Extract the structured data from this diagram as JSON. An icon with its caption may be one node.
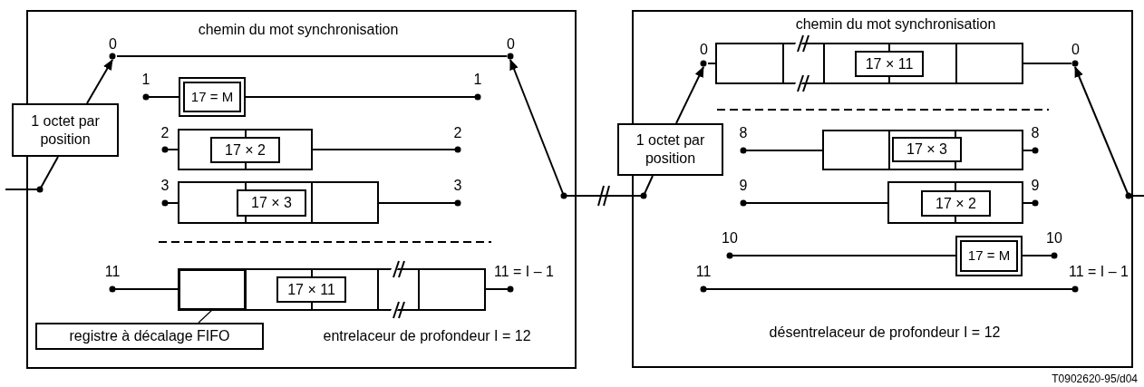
{
  "diagram": {
    "caption": "T0902620-95/d04",
    "nodes": [
      {
        "text": [
          "entrelaceur de profondeur I = 12"
        ]
      },
      {
        "text": [
          "1 octet par position"
        ]
      },
      {
        "text": [
          "17 = M"
        ],
        "in": 0
      },
      {
        "text": [
          "17 × 2"
        ],
        "in": 0
      },
      {
        "text": [
          "17 × 3"
        ],
        "in": 0
      },
      {
        "text": [
          "17 × 11"
        ],
        "in": 0
      },
      {
        "text": [
          "registre à décalage FIFO"
        ],
        "in": 0
      },
      {
        "text": [],
        "shape": "box",
        "in": 0
      },
      {
        "text": [
          "désentrelaceur de profondeur I = 12"
        ]
      },
      {
        "text": [
          "1 octet par position"
        ]
      },
      {
        "text": [
          "17 × 11"
        ],
        "in": 8
      },
      {
        "text": [
          "17 × 3"
        ],
        "in": 8
      },
      {
        "text": [
          "17 × 2"
        ],
        "in": 8
      },
      {
        "text": [
          "17 = M"
        ],
        "in": 8
      },
      {
        "text": [
          "0"
        ],
        "in": 0
      },
      {
        "text": [
          "0"
        ],
        "in": 0
      },
      {
        "text": [
          "0"
        ],
        "in": 8
      },
      {
        "text": [
          "0"
        ],
        "in": 8
      }
    ],
    "edges": [
      {
        "from": 1,
        "to": 14,
        "arrow": "to"
      },
      {
        "from": 6,
        "to": 7,
        "arrow": "none"
      },
      {
        "from": 9,
        "to": 16,
        "arrow": "to"
      },
      {
        "from": null,
        "to": 15,
        "arrow": "to"
      },
      {
        "from": null,
        "to": 17,
        "arrow": "to"
      },
      {
        "from": 0,
        "to": 1,
        "arrow": "none"
      },
      {
        "from": 0,
        "to": 9,
        "arrow": "other"
      },
      {
        "from": 14,
        "to": 15,
        "arrow": "other"
      },
      {
        "from": 16,
        "to": 10,
        "arrow": "other"
      },
      {
        "from": 8,
        "to": null,
        "arrow": "other"
      },
      {
        "from": 10,
        "to": 17,
        "arrow": "other"
      },
      {
        "from": null,
        "to": 0,
        "arrow": "other"
      }
    ],
    "labels": [
      "chemin du mot synchronisation",
      "1",
      "1",
      "2",
      "2",
      "3",
      "3",
      "11",
      "11 = I – 1",
      "chemin du mot synchronisation",
      "8",
      "8",
      "9",
      "9",
      "10",
      "10",
      "11",
      "11 = I – 1"
    ]
  }
}
